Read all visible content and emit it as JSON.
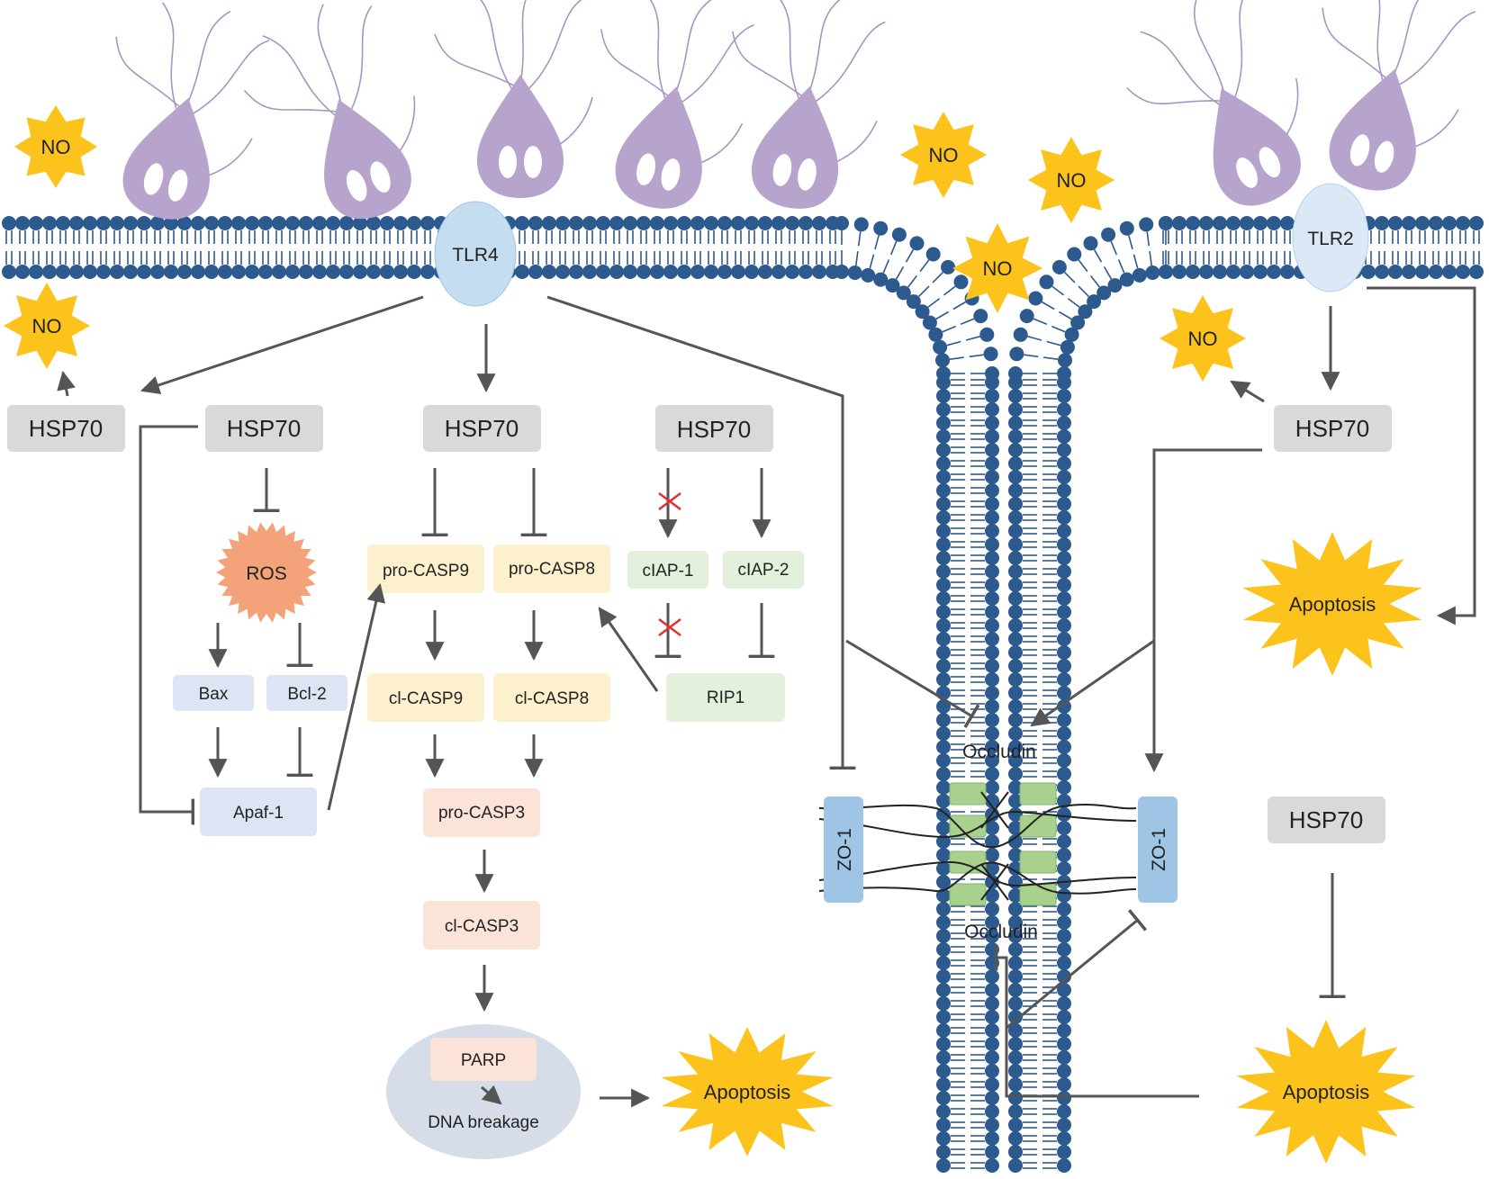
{
  "colors": {
    "membrane": "#2d5a8e",
    "parasite": "#b7a4cc",
    "parasite_line": "#a695c4",
    "burst_yellow": "#fbc31b",
    "ros": "#f3a27a",
    "hsp": "#d9d9d9",
    "casp_box": "#fdf0cc",
    "ciap_box": "#e3f0dc",
    "bax_box": "#dde5f4",
    "casp3_box": "#fbe3d8",
    "receptor": "#c5ddf1",
    "zo1": "#9ec5e6",
    "occludin_seg": "#a9d18e",
    "nucleus": "#d6dce8",
    "arrow": "#555555",
    "block_x": "#e03030"
  },
  "labels": {
    "no": "NO",
    "tlr4": "TLR4",
    "tlr2": "TLR2",
    "hsp70": "HSP70",
    "ros": "ROS",
    "bax": "Bax",
    "bcl2": "Bcl-2",
    "apaf1": "Apaf-1",
    "pro_casp9": "pro-CASP9",
    "pro_casp8": "pro-CASP8",
    "ciap1": "cIAP-1",
    "ciap2": "cIAP-2",
    "rip1": "RIP1",
    "cl_casp9": "cl-CASP9",
    "cl_casp8": "cl-CASP8",
    "pro_casp3": "pro-CASP3",
    "cl_casp3": "cl-CASP3",
    "parp": "PARP",
    "dna_breakage": "DNA breakage",
    "apoptosis": "Apoptosis",
    "occludin": "Occludin",
    "zo1": "ZO-1"
  },
  "icons": {
    "parasite": "trophozoite-icon",
    "no_burst": "starburst-icon",
    "block": "cross-mark-icon"
  }
}
